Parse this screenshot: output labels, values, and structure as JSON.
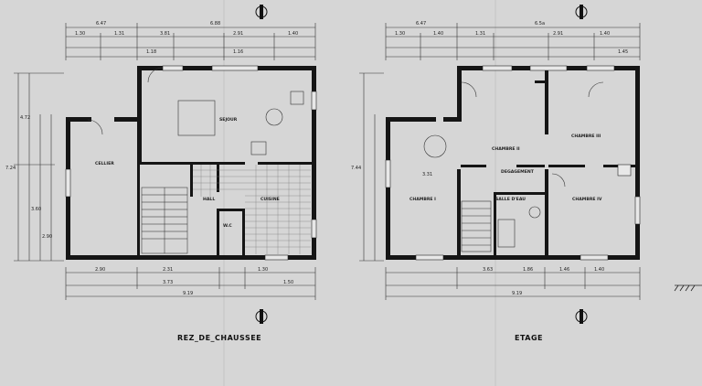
{
  "ground_floor": {
    "title": "REZ_DE_CHAUSSEE",
    "rooms": {
      "sejour": "SEJOUR",
      "cellier": "CELLIER",
      "hall": "HALL",
      "cuisine": "CUISINE",
      "wc": "W.C"
    },
    "dims_top": [
      "6.47",
      "6.88",
      "1.30",
      "1.31",
      "3.81",
      "2.91",
      "1.40",
      "1.18",
      "1.16"
    ],
    "dims_bottom": [
      "2.90",
      "2.31",
      "1.30",
      "1.50",
      "3.73",
      "9.19"
    ],
    "dims_left": [
      "7.24",
      "4.72",
      "3.60",
      "2.90"
    ]
  },
  "upper_floor": {
    "title": "ETAGE",
    "rooms": {
      "chambre_1": "CHAMBRE I",
      "chambre_2": "CHAMBRE II",
      "chambre_3": "CHAMBRE III",
      "chambre_4": "CHAMBRE IV",
      "degagement": "DEGAGEMENT",
      "salle_deau": "SALLE D'EAU"
    },
    "dims_top": [
      "6.47",
      "6.5a",
      "1.30",
      "1.40",
      "1.31",
      "2.91",
      "1.40",
      "1.45"
    ],
    "dims_bottom": [
      "3.63",
      "1.86",
      "1.46",
      "1.40",
      "9.19"
    ],
    "dims_left": [
      "7.44",
      "3.31"
    ]
  },
  "colors": {
    "paper": "#d9d9d9",
    "ink": "#1a1a1a",
    "wall": "#151515"
  }
}
